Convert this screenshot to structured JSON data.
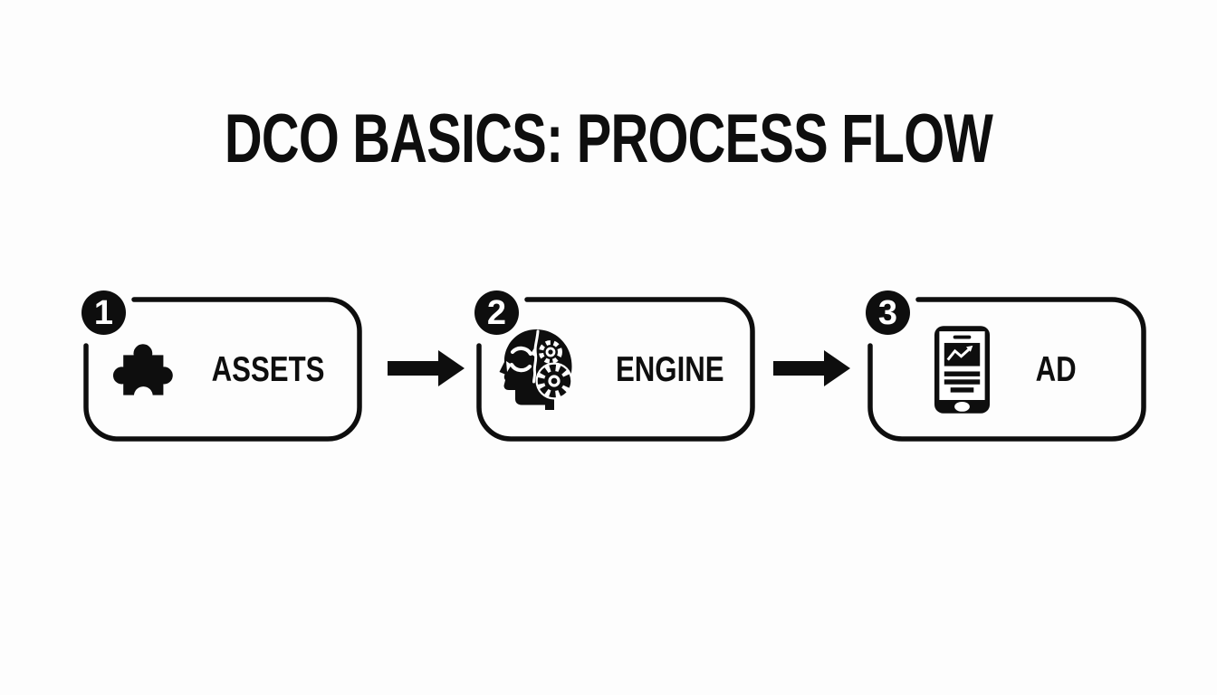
{
  "colors": {
    "background": "#fdfdfd",
    "ink": "#0e0e0e",
    "badge_text": "#ffffff"
  },
  "title": "DCO BASICS: PROCESS FLOW",
  "flow": {
    "steps": [
      {
        "number": "1",
        "label": "ASSETS",
        "icon": "puzzle-piece-icon"
      },
      {
        "number": "2",
        "label": "ENGINE",
        "icon": "head-with-gears-icon"
      },
      {
        "number": "3",
        "label": "AD",
        "icon": "smartphone-ad-icon"
      }
    ],
    "connectors": [
      "arrow-right",
      "arrow-right"
    ]
  }
}
